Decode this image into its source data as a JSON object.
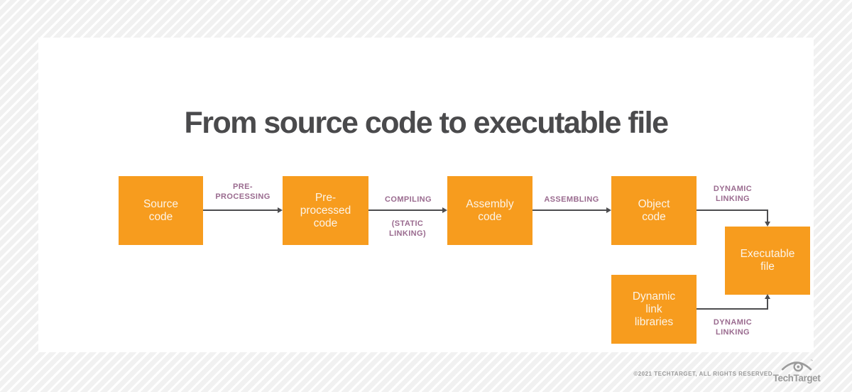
{
  "title": "From source code to executable file",
  "nodes": {
    "source": "Source\ncode",
    "preprocessed": "Pre-\nprocessed\ncode",
    "assembly": "Assembly\ncode",
    "object": "Object\ncode",
    "executable": "Executable\nfile",
    "dll": "Dynamic\nlink\nlibraries"
  },
  "flow_labels": {
    "preprocessing": "PRE-\nPROCESSING",
    "compiling": "COMPILING",
    "static_linking": "(STATIC\nLINKING)",
    "assembling": "ASSEMBLING",
    "dynamic_linking_top": "DYNAMIC\nLINKING",
    "dynamic_linking_bottom": "DYNAMIC\nLINKING"
  },
  "footer": {
    "copyright": "©2021 TECHTARGET, ALL RIGHTS RESERVED",
    "brand": "TechTarget"
  },
  "colors": {
    "box_orange": "#f79c1e",
    "label_purple": "#9a6b8f",
    "title_gray": "#4a4a4c",
    "line_gray": "#4d4d4f",
    "footer_gray": "#9b9b9b"
  }
}
